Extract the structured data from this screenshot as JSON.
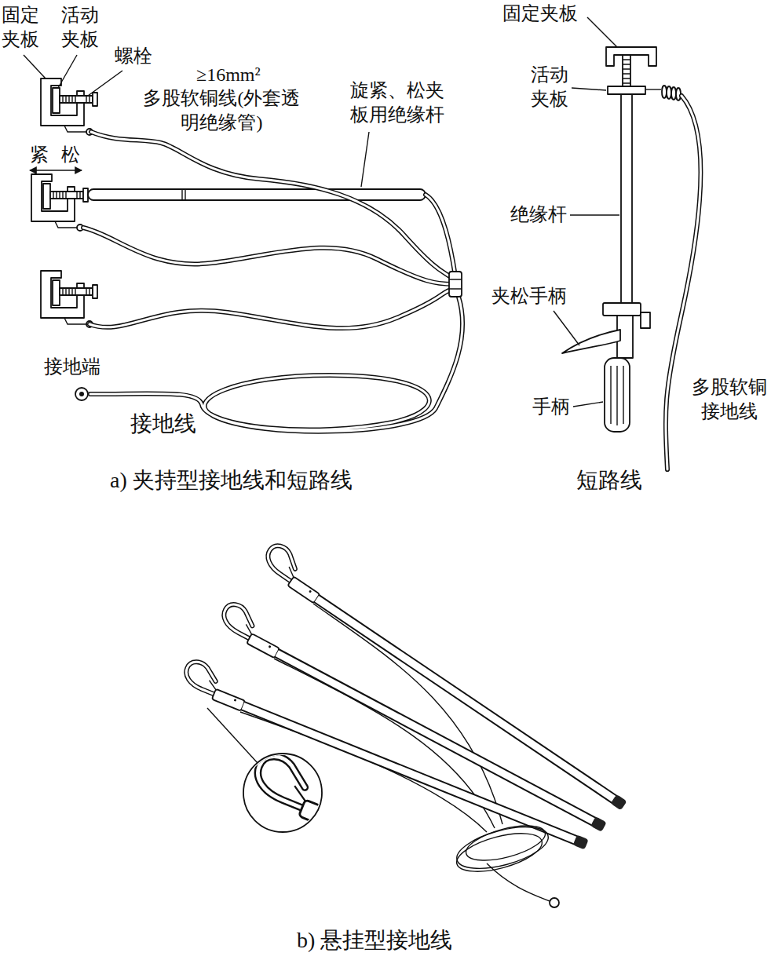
{
  "diagram": {
    "labels": [
      "固定 夹板",
      "活动 夹板",
      "螺栓",
      "≥16mm²",
      "多股软铜线(外套透 明绝缘管)",
      "旋紧、松夹 板用绝缘杆",
      "紧",
      "松",
      "接地端",
      "接地线",
      "a) 夹持型接地线和短路线",
      "固定夹板",
      "活动 夹板",
      "绝缘杆",
      "夹松手柄",
      "多股软铜 接地线",
      "手柄",
      "短路线",
      "b) 悬挂型接地线"
    ]
  }
}
